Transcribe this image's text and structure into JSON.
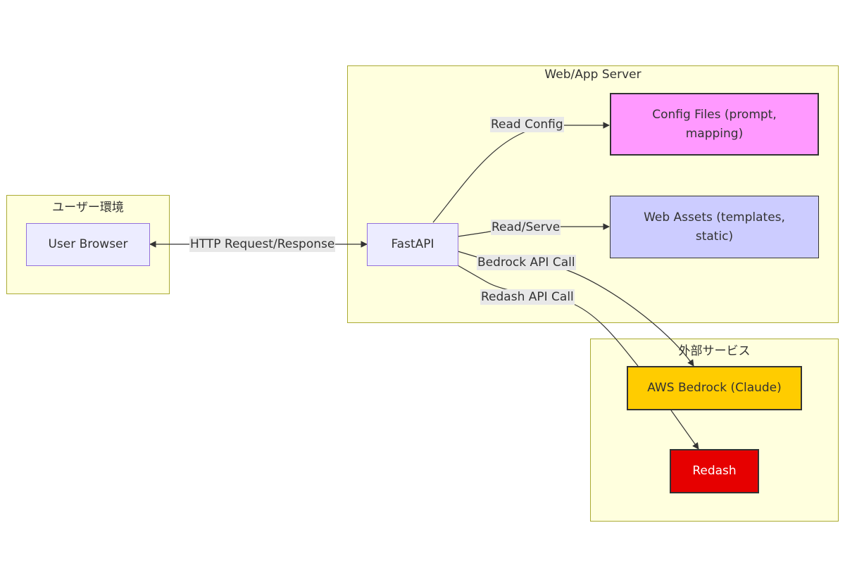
{
  "clusters": {
    "user_env": "ユーザー環境",
    "web_server": "Web/App Server",
    "external": "外部サービス"
  },
  "nodes": {
    "user_browser": "User Browser",
    "fastapi": "FastAPI",
    "config_files": "Config Files (prompt, mapping)",
    "web_assets": "Web Assets (templates, static)",
    "aws_bedrock": "AWS Bedrock (Claude)",
    "redash": "Redash"
  },
  "edges": {
    "http": "HTTP Request/Response",
    "read_config": "Read Config",
    "read_serve": "Read/Serve",
    "bedrock_call": "Bedrock API Call",
    "redash_call": "Redash API Call"
  },
  "colors": {
    "cluster_fill": "#ffffde",
    "cluster_border": "#aaaa33",
    "default_node": "#ececff",
    "config_node": "#ff99ff",
    "assets_node": "#ccccff",
    "bedrock_node": "#ffcc00",
    "redash_node": "#e60000"
  }
}
